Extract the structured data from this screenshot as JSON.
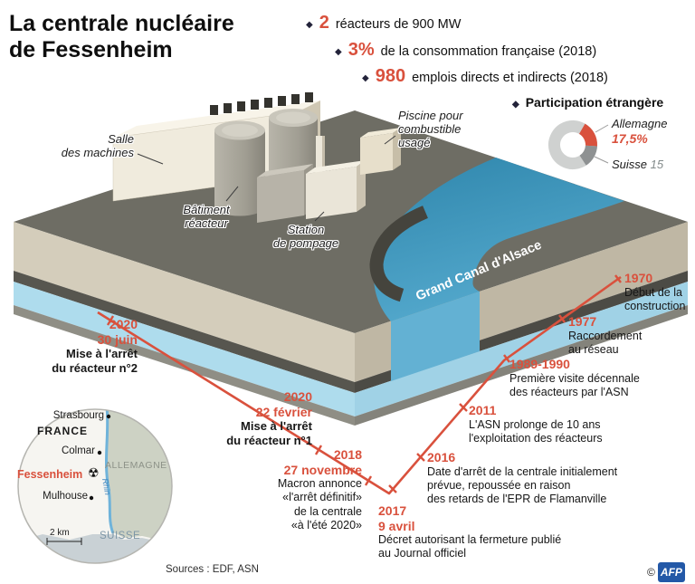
{
  "title": {
    "line1": "La centrale nucléaire",
    "line2": "de Fessenheim"
  },
  "icons": {
    "diamond": "◆",
    "radiation": "☢"
  },
  "facts": [
    {
      "value": "2",
      "text": "réacteurs de 900 MW"
    },
    {
      "value": "3%",
      "text": "de la consommation française (2018)"
    },
    {
      "value": "980",
      "text": "emplois directs et indirects (2018)"
    }
  ],
  "participation": {
    "heading": "Participation étrangère",
    "entries": [
      {
        "label": "Allemagne",
        "value": "17,5%"
      },
      {
        "label": "Suisse",
        "value": "15"
      }
    ],
    "chart_data": {
      "type": "pie",
      "labels": [
        "Allemagne",
        "Suisse",
        ""
      ],
      "values": [
        17.5,
        15,
        67.5
      ],
      "colors": [
        "#d9513d",
        "#8e9192",
        "#cfd1d0"
      ]
    }
  },
  "plant": {
    "salle": [
      "Salle",
      "des machines"
    ],
    "batiment": [
      "Bâtiment",
      "réacteur"
    ],
    "station": [
      "Station",
      "de pompage"
    ],
    "piscine": [
      "Piscine pour",
      "combustible",
      "usagé"
    ],
    "canal": "Grand Canal d'Alsace"
  },
  "timeline": {
    "right": [
      {
        "year": "1970",
        "lines": [
          "Début de la",
          "construction"
        ]
      },
      {
        "year": "1977",
        "lines": [
          "Raccordement",
          "au réseau"
        ]
      },
      {
        "year": "1989-1990",
        "lines": [
          "Première visite décennale",
          "des réacteurs par l'ASN"
        ]
      },
      {
        "year": "2011",
        "lines": [
          "L'ASN prolonge de 10 ans",
          "l'exploitation des réacteurs"
        ]
      },
      {
        "year": "2016",
        "lines": [
          "Date d'arrêt de la centrale initialement",
          "prévue, repoussée en raison",
          "des retards de l'EPR de Flamanville"
        ]
      },
      {
        "year": "2017",
        "date": "9 avril",
        "lines": [
          "Décret autorisant la fermeture publié",
          "au Journal officiel"
        ]
      }
    ],
    "left": [
      {
        "year": "2020",
        "date": "30 juin",
        "lines": [
          "Mise à l'arrêt",
          "du réacteur n°2"
        ]
      },
      {
        "year": "2020",
        "date": "22 février",
        "lines": [
          "Mise à l'arrêt",
          "du réacteur n°1"
        ]
      },
      {
        "year": "2018",
        "date": "27 novembre",
        "lines": [
          "Macron annonce",
          "«l'arrêt définitif»",
          "de la centrale",
          "«à l'été 2020»"
        ]
      }
    ]
  },
  "map": {
    "cities": {
      "strasbourg": "Strasbourg",
      "colmar": "Colmar",
      "fessenheim": "Fessenheim",
      "mulhouse": "Mulhouse"
    },
    "regions": {
      "france": "FRANCE",
      "allemagne": "ALLEMAGNE",
      "suisse": "SUISSE"
    },
    "river": "Rhin",
    "scale": "2 km"
  },
  "footer": {
    "sources": "Sources : EDF, ASN",
    "copyright": "©",
    "credit": "AFP"
  },
  "colors": {
    "accent": "#d9513d",
    "dark": "#161616",
    "canal_blue": "#3f97bc"
  }
}
